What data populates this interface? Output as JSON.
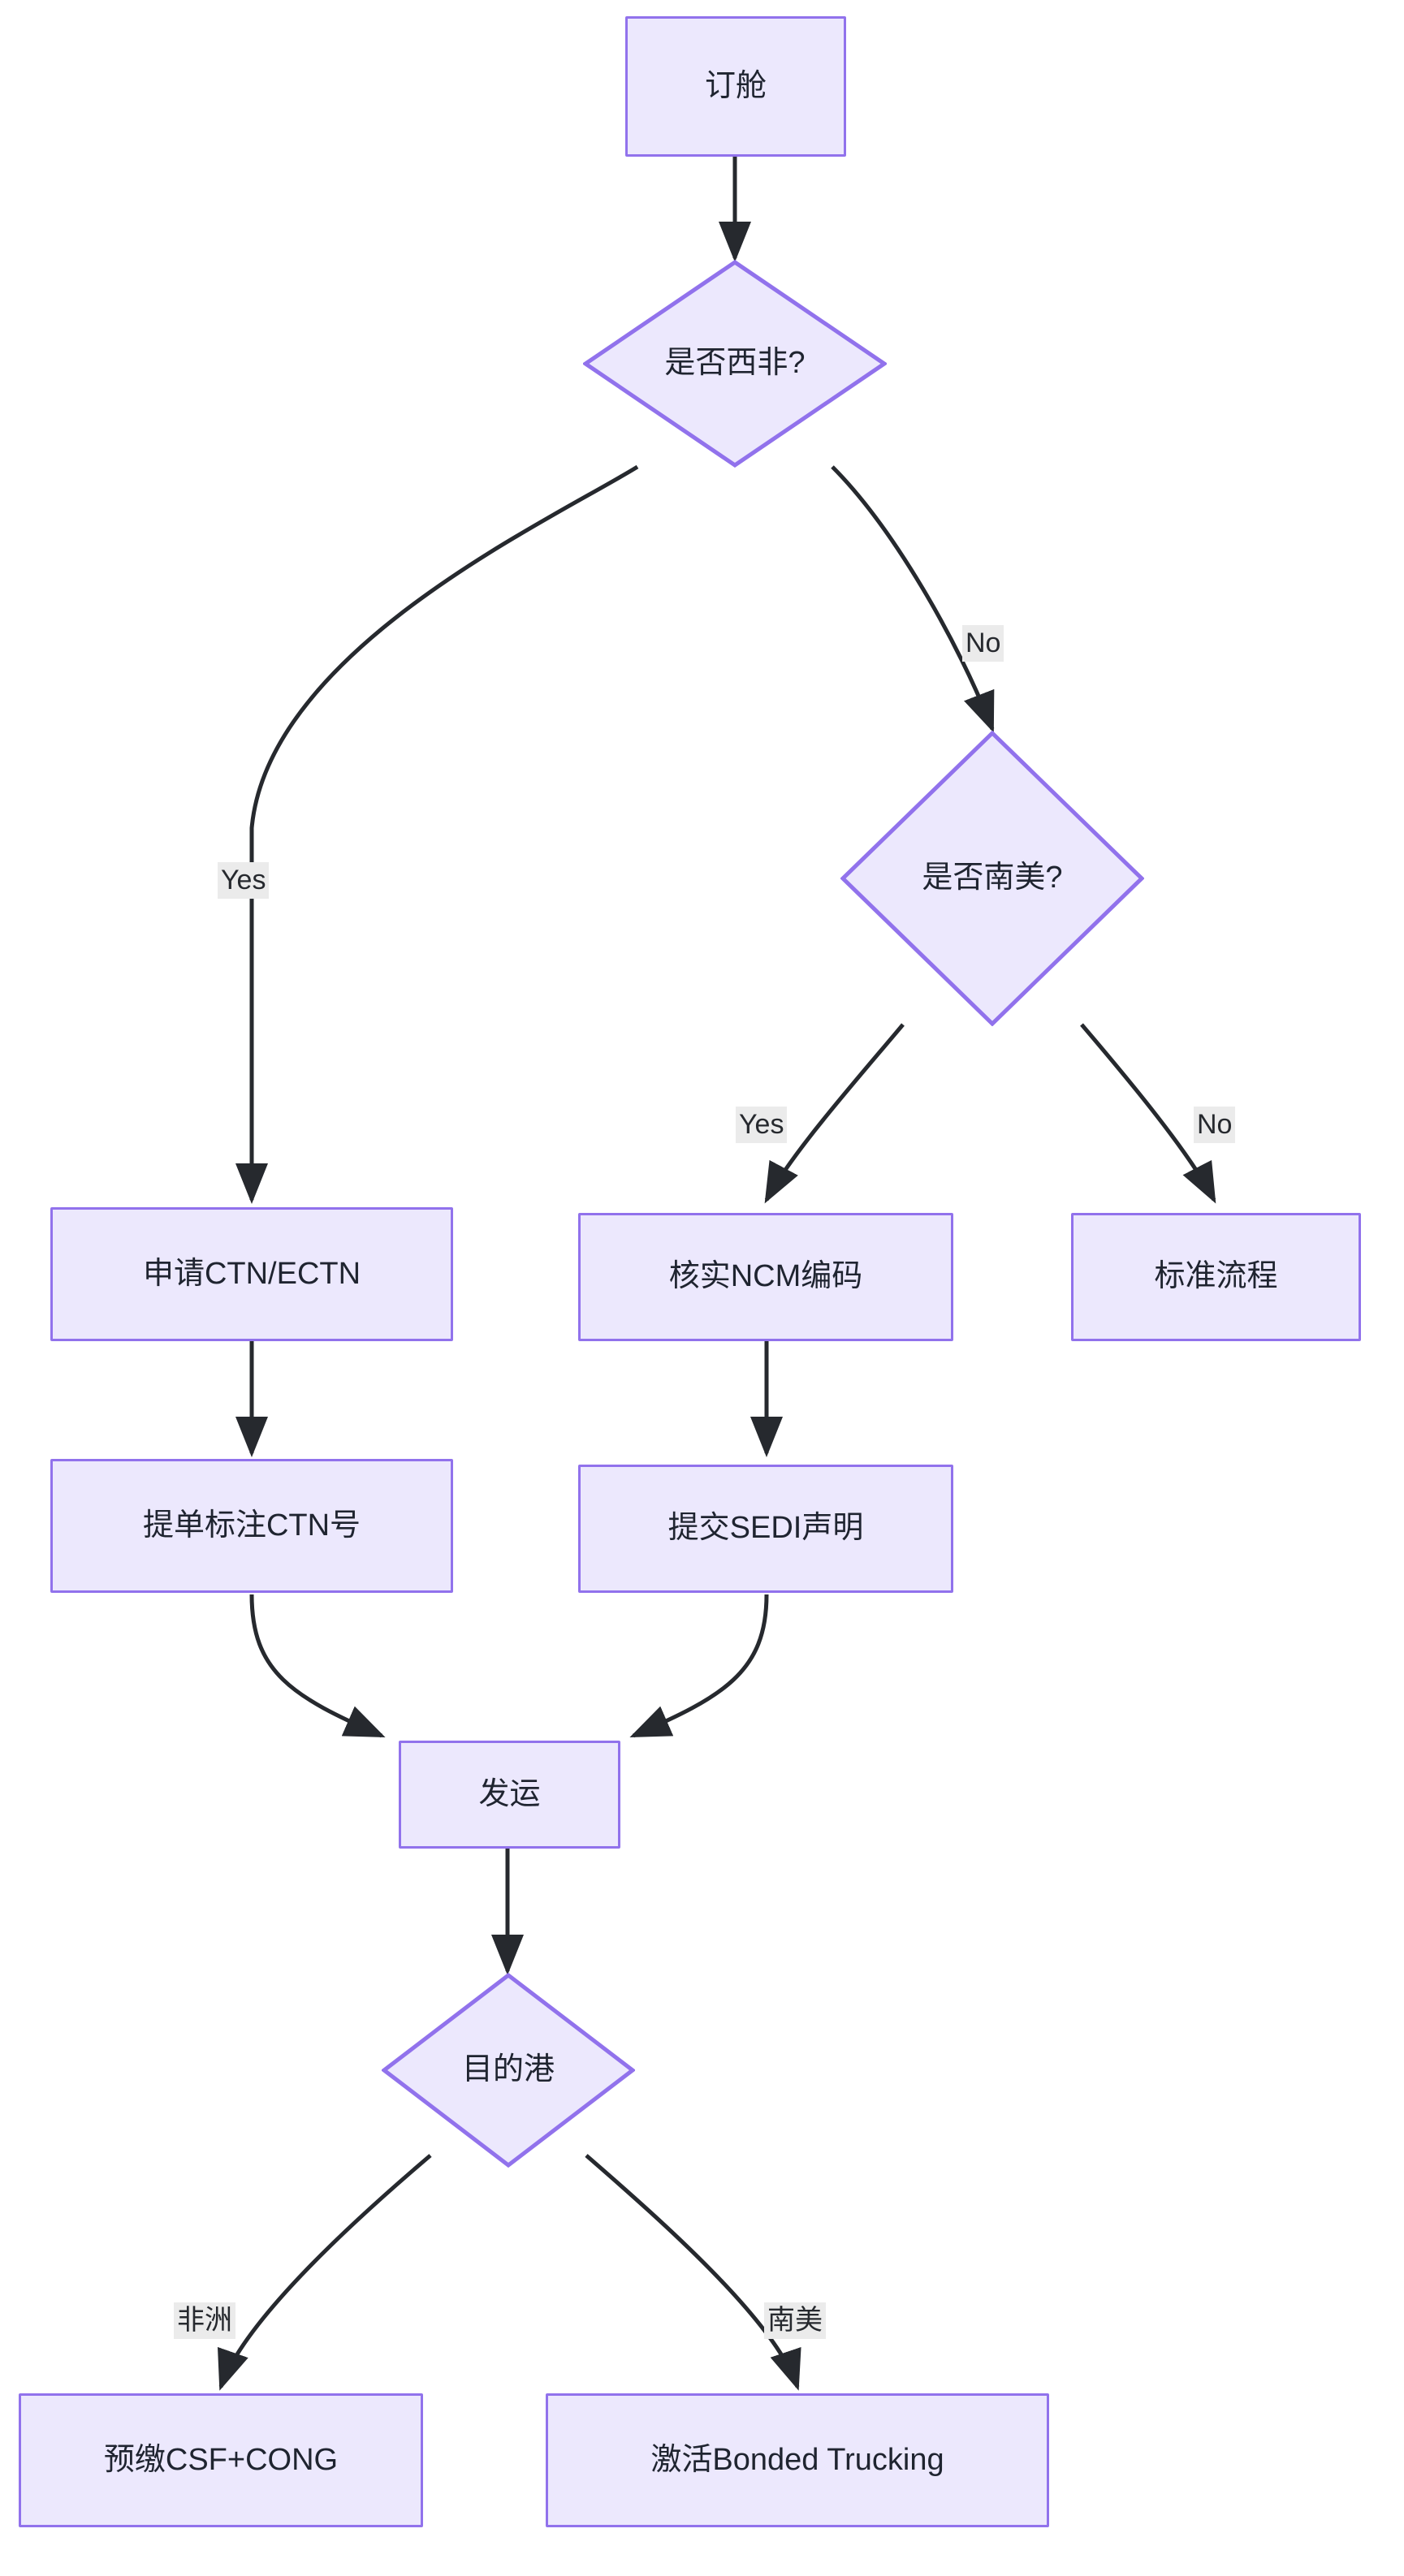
{
  "diagram": {
    "type": "flowchart",
    "direction": "top-to-bottom",
    "title": "",
    "theme": {
      "node_fill": "#ece8fd",
      "node_stroke": "#9172ec",
      "node_text": "#1f2430",
      "edge_stroke": "#26292e",
      "edge_label_bg": "#ebebeb",
      "canvas_bg": "#ffffff"
    },
    "nodes": [
      {
        "id": "n1",
        "shape": "rect",
        "label": "订舱"
      },
      {
        "id": "n2",
        "shape": "diamond",
        "label": "是否西非?"
      },
      {
        "id": "n3",
        "shape": "diamond",
        "label": "是否南美?"
      },
      {
        "id": "n4",
        "shape": "rect",
        "label": "申请CTN/ECTN"
      },
      {
        "id": "n5",
        "shape": "rect",
        "label": "核实NCM编码"
      },
      {
        "id": "n6",
        "shape": "rect",
        "label": "标准流程"
      },
      {
        "id": "n7",
        "shape": "rect",
        "label": "提单标注CTN号"
      },
      {
        "id": "n8",
        "shape": "rect",
        "label": "提交SEDI声明"
      },
      {
        "id": "n9",
        "shape": "rect",
        "label": "发运"
      },
      {
        "id": "n10",
        "shape": "diamond",
        "label": "目的港"
      },
      {
        "id": "n11",
        "shape": "rect",
        "label": "预缴CSF+CONG"
      },
      {
        "id": "n12",
        "shape": "rect",
        "label": "激活Bonded Trucking"
      }
    ],
    "edges": [
      {
        "from": "n1",
        "to": "n2",
        "label": ""
      },
      {
        "from": "n2",
        "to": "n4",
        "label": "Yes"
      },
      {
        "from": "n2",
        "to": "n3",
        "label": "No"
      },
      {
        "from": "n3",
        "to": "n5",
        "label": "Yes"
      },
      {
        "from": "n3",
        "to": "n6",
        "label": "No"
      },
      {
        "from": "n4",
        "to": "n7",
        "label": ""
      },
      {
        "from": "n5",
        "to": "n8",
        "label": ""
      },
      {
        "from": "n7",
        "to": "n9",
        "label": ""
      },
      {
        "from": "n8",
        "to": "n9",
        "label": ""
      },
      {
        "from": "n9",
        "to": "n10",
        "label": ""
      },
      {
        "from": "n10",
        "to": "n11",
        "label": "非洲"
      },
      {
        "from": "n10",
        "to": "n12",
        "label": "南美"
      }
    ]
  }
}
